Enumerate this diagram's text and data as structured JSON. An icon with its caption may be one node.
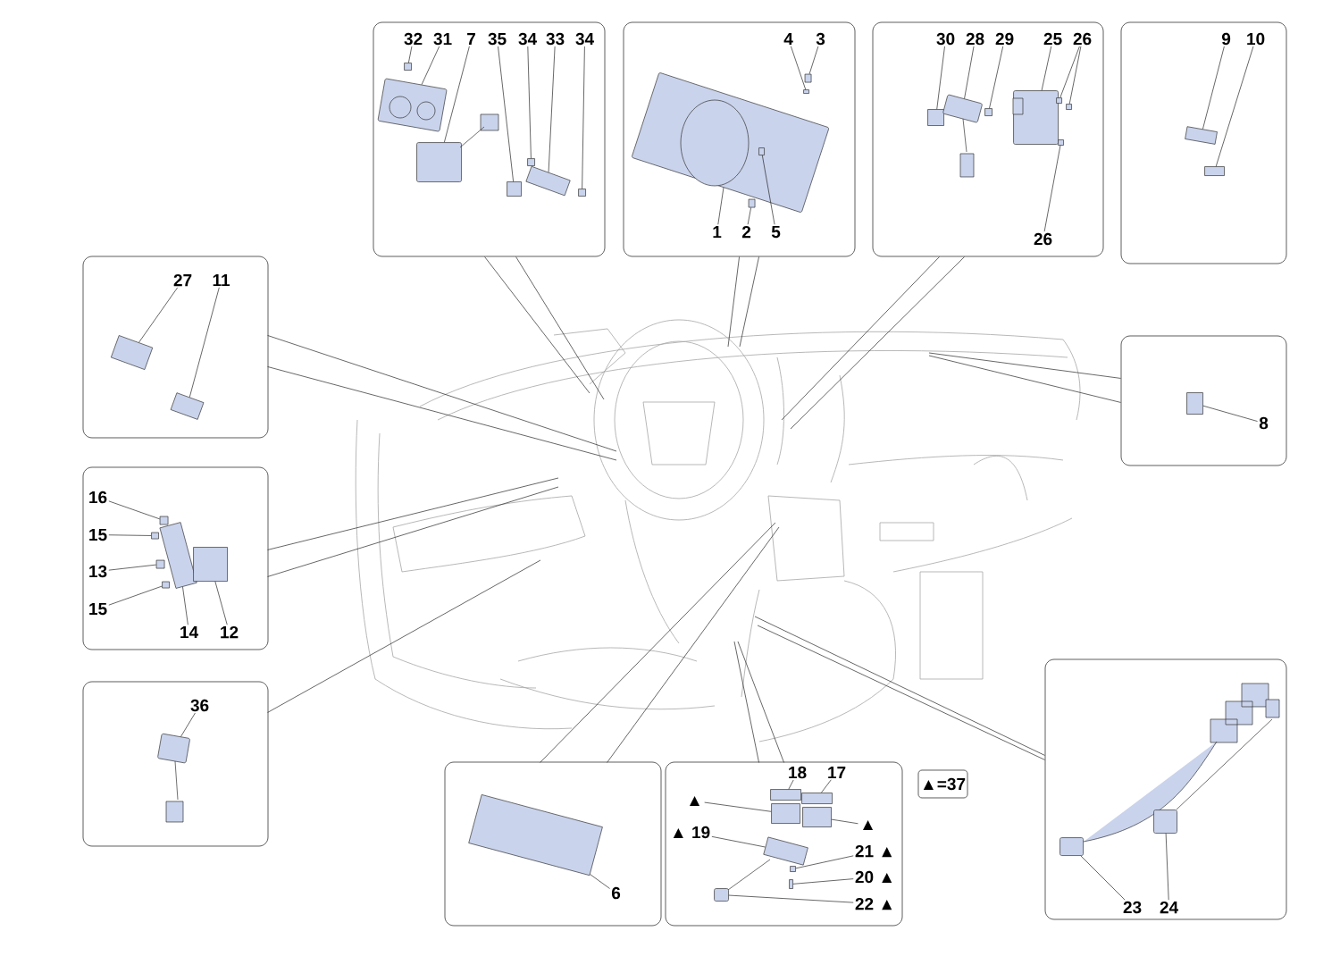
{
  "diagram": {
    "nodes": [
      {
        "text": [],
        "shape": "box"
      },
      {
        "text": [
          "32"
        ],
        "in": 0
      },
      {
        "text": [
          "31"
        ],
        "in": 0
      },
      {
        "text": [
          "7"
        ],
        "in": 0
      },
      {
        "text": [
          "35"
        ],
        "in": 0
      },
      {
        "text": [
          "34"
        ],
        "in": 0
      },
      {
        "text": [
          "33"
        ],
        "in": 0
      },
      {
        "text": [
          "34"
        ],
        "in": 0
      },
      {
        "text": [],
        "shape": "box"
      },
      {
        "text": [
          "4"
        ],
        "in": 8
      },
      {
        "text": [
          "3"
        ],
        "in": 8
      },
      {
        "text": [
          "1"
        ],
        "in": 8
      },
      {
        "text": [
          "2"
        ],
        "in": 8
      },
      {
        "text": [
          "5"
        ],
        "in": 8
      },
      {
        "text": [],
        "shape": "box"
      },
      {
        "text": [
          "30"
        ],
        "in": 14
      },
      {
        "text": [
          "28"
        ],
        "in": 14
      },
      {
        "text": [
          "29"
        ],
        "in": 14
      },
      {
        "text": [
          "25"
        ],
        "in": 14
      },
      {
        "text": [
          "26"
        ],
        "in": 14
      },
      {
        "text": [
          "26"
        ],
        "in": 14
      },
      {
        "text": [],
        "shape": "box"
      },
      {
        "text": [
          "9"
        ],
        "in": 21
      },
      {
        "text": [
          "10"
        ],
        "in": 21
      },
      {
        "text": [],
        "shape": "box"
      },
      {
        "text": [
          "27"
        ],
        "in": 24
      },
      {
        "text": [
          "11"
        ],
        "in": 24
      },
      {
        "text": [],
        "shape": "box"
      },
      {
        "text": [
          "8"
        ],
        "in": 27
      },
      {
        "text": [],
        "shape": "box"
      },
      {
        "text": [
          "16"
        ],
        "in": 29
      },
      {
        "text": [
          "15"
        ],
        "in": 29
      },
      {
        "text": [
          "13"
        ],
        "in": 29
      },
      {
        "text": [
          "15"
        ],
        "in": 29
      },
      {
        "text": [
          "14"
        ],
        "in": 29
      },
      {
        "text": [
          "12"
        ],
        "in": 29
      },
      {
        "text": [],
        "shape": "box"
      },
      {
        "text": [
          "36"
        ],
        "in": 36
      },
      {
        "text": [],
        "shape": "box"
      },
      {
        "text": [
          "6"
        ],
        "in": 38
      },
      {
        "text": [],
        "shape": "box"
      },
      {
        "text": [
          "18"
        ],
        "in": 40
      },
      {
        "text": [
          "17"
        ],
        "in": 40
      },
      {
        "text": [
          "▲"
        ],
        "in": 40
      },
      {
        "text": [
          "▲"
        ],
        "in": 40
      },
      {
        "text": [
          "▲ 19"
        ],
        "in": 40
      },
      {
        "text": [
          "21 ▲"
        ],
        "in": 40
      },
      {
        "text": [
          "20 ▲"
        ],
        "in": 40
      },
      {
        "text": [
          "22 ▲"
        ],
        "in": 40
      },
      {
        "text": [
          "▲=37"
        ]
      },
      {
        "text": [],
        "shape": "box"
      },
      {
        "text": [
          "23"
        ],
        "in": 50
      },
      {
        "text": [
          "24"
        ],
        "in": 50
      },
      {
        "text": [],
        "shape": "box",
        "in": 0
      },
      {
        "text": [],
        "shape": "picture",
        "in": 0
      },
      {
        "text": [],
        "shape": "picture",
        "in": 0
      },
      {
        "text": [],
        "shape": "box",
        "in": 0
      },
      {
        "text": [],
        "shape": "box",
        "in": 0
      },
      {
        "text": [],
        "shape": "box",
        "in": 0
      },
      {
        "text": [],
        "shape": "box",
        "in": 0
      },
      {
        "text": [],
        "shape": "box",
        "in": 8
      },
      {
        "text": [],
        "shape": "box",
        "in": 8
      },
      {
        "text": [],
        "shape": "picture",
        "in": 8
      },
      {
        "text": [],
        "shape": "box",
        "in": 8
      },
      {
        "text": [],
        "shape": "box",
        "in": 62
      },
      {
        "text": [],
        "shape": "box",
        "in": 14
      },
      {
        "text": [],
        "shape": "picture",
        "in": 14
      },
      {
        "text": [],
        "shape": "box",
        "in": 14
      },
      {
        "text": [],
        "shape": "picture",
        "in": 14
      },
      {
        "text": [],
        "shape": "box",
        "in": 14
      },
      {
        "text": [],
        "shape": "box",
        "in": 14
      },
      {
        "text": [],
        "shape": "box",
        "in": 14
      },
      {
        "text": [],
        "shape": "box",
        "in": 21
      },
      {
        "text": [],
        "shape": "box",
        "in": 21
      },
      {
        "text": [],
        "shape": "box",
        "in": 24
      },
      {
        "text": [],
        "shape": "box",
        "in": 24
      },
      {
        "text": [],
        "shape": "box",
        "in": 27
      },
      {
        "text": [],
        "shape": "box",
        "in": 29
      },
      {
        "text": [],
        "shape": "box",
        "in": 29
      },
      {
        "text": [],
        "shape": "box",
        "in": 29
      },
      {
        "text": [],
        "shape": "box",
        "in": 29
      },
      {
        "text": [],
        "shape": "box",
        "in": 29
      },
      {
        "text": [],
        "shape": "box",
        "in": 29
      },
      {
        "text": [],
        "shape": "picture",
        "in": 36
      },
      {
        "text": [],
        "shape": "box",
        "in": 38
      },
      {
        "text": [],
        "shape": "box",
        "in": 40
      },
      {
        "text": [],
        "shape": "box",
        "in": 40
      },
      {
        "text": [],
        "shape": "box",
        "in": 40
      },
      {
        "text": [],
        "shape": "box",
        "in": 40
      },
      {
        "text": [],
        "shape": "box",
        "in": 40
      },
      {
        "text": [],
        "shape": "box",
        "in": 40
      },
      {
        "text": [],
        "shape": "box",
        "in": 40
      },
      {
        "text": [],
        "shape": "picture",
        "in": 40
      },
      {
        "text": [],
        "shape": "picture",
        "in": 50
      },
      {
        "text": [],
        "shape": "picture",
        "in": 50
      }
    ],
    "edges": [
      {
        "from": 1,
        "to": 53,
        "arrow": "none"
      },
      {
        "from": 2,
        "to": 54,
        "arrow": "none"
      },
      {
        "from": 3,
        "to": 55,
        "arrow": "none"
      },
      {
        "from": 4,
        "to": 56,
        "arrow": "none"
      },
      {
        "from": 5,
        "to": 57,
        "arrow": "none"
      },
      {
        "from": 6,
        "to": 58,
        "arrow": "none"
      },
      {
        "from": 7,
        "to": 59,
        "arrow": "none"
      },
      {
        "from": 9,
        "to": 60,
        "arrow": "none"
      },
      {
        "from": 10,
        "to": 61,
        "arrow": "none"
      },
      {
        "from": 11,
        "to": 62,
        "arrow": "none"
      },
      {
        "from": 12,
        "to": 63,
        "arrow": "none"
      },
      {
        "from": 13,
        "to": 64,
        "arrow": "none"
      },
      {
        "from": 15,
        "to": 65,
        "arrow": "none"
      },
      {
        "from": 16,
        "to": 66,
        "arrow": "none"
      },
      {
        "from": 17,
        "to": 67,
        "arrow": "none"
      },
      {
        "from": 18,
        "to": 68,
        "arrow": "none"
      },
      {
        "from": 19,
        "to": 69,
        "arrow": "none"
      },
      {
        "from": 19,
        "to": 70,
        "arrow": "none"
      },
      {
        "from": 20,
        "to": 71,
        "arrow": "none"
      },
      {
        "from": 22,
        "to": 72,
        "arrow": "none"
      },
      {
        "from": 23,
        "to": 73,
        "arrow": "none"
      },
      {
        "from": 25,
        "to": 74,
        "arrow": "none"
      },
      {
        "from": 26,
        "to": 75,
        "arrow": "none"
      },
      {
        "from": 28,
        "to": 76,
        "arrow": "none"
      },
      {
        "from": 30,
        "to": 77,
        "arrow": "none"
      },
      {
        "from": 31,
        "to": 78,
        "arrow": "none"
      },
      {
        "from": 32,
        "to": 79,
        "arrow": "none"
      },
      {
        "from": 33,
        "to": 80,
        "arrow": "none"
      },
      {
        "from": 34,
        "to": 81,
        "arrow": "none"
      },
      {
        "from": 35,
        "to": 82,
        "arrow": "none"
      },
      {
        "from": 37,
        "to": 83,
        "arrow": "none"
      },
      {
        "from": 39,
        "to": 84,
        "arrow": "none"
      },
      {
        "from": 41,
        "to": 85,
        "arrow": "none"
      },
      {
        "from": 42,
        "to": 86,
        "arrow": "none"
      },
      {
        "from": 43,
        "to": 87,
        "arrow": "none"
      },
      {
        "from": 44,
        "to": 88,
        "arrow": "none"
      },
      {
        "from": 45,
        "to": 89,
        "arrow": "none"
      },
      {
        "from": 46,
        "to": 90,
        "arrow": "none"
      },
      {
        "from": 47,
        "to": 91,
        "arrow": "none"
      },
      {
        "from": 48,
        "to": 92,
        "arrow": "none"
      },
      {
        "from": 51,
        "to": 93,
        "arrow": "none"
      },
      {
        "from": 52,
        "to": 94,
        "arrow": "none"
      },
      {
        "from": 0,
        "to": null,
        "arrow": "none"
      },
      {
        "from": 0,
        "to": null,
        "arrow": "none"
      },
      {
        "from": 8,
        "to": null,
        "arrow": "none"
      },
      {
        "from": 8,
        "to": null,
        "arrow": "none"
      },
      {
        "from": 14,
        "to": null,
        "arrow": "none"
      },
      {
        "from": 14,
        "to": null,
        "arrow": "none"
      },
      {
        "from": 27,
        "to": null,
        "arrow": "none"
      },
      {
        "from": 27,
        "to": null,
        "arrow": "none"
      },
      {
        "from": 24,
        "to": null,
        "arrow": "none"
      },
      {
        "from": 24,
        "to": null,
        "arrow": "none"
      },
      {
        "from": 29,
        "to": null,
        "arrow": "none"
      },
      {
        "from": 29,
        "to": null,
        "arrow": "none"
      },
      {
        "from": 36,
        "to": null,
        "arrow": "none"
      },
      {
        "from": 38,
        "to": null,
        "arrow": "none"
      },
      {
        "from": 38,
        "to": null,
        "arrow": "none"
      },
      {
        "from": 40,
        "to": null,
        "arrow": "none"
      },
      {
        "from": 40,
        "to": null,
        "arrow": "none"
      },
      {
        "from": 50,
        "to": null,
        "arrow": "none"
      },
      {
        "from": 50,
        "to": null,
        "arrow": "none"
      }
    ]
  }
}
